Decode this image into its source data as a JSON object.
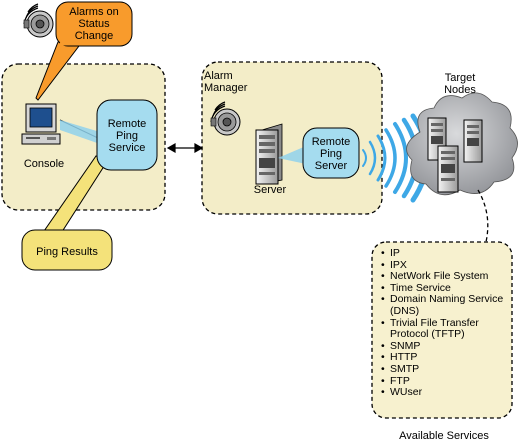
{
  "alarms_bubble": "Alarms on Status Change",
  "console": {
    "label": "Console"
  },
  "remote_ping_service": "Remote Ping Service",
  "ping_results": "Ping Results",
  "alarm_manager": "Alarm Manager",
  "server": {
    "label": "Server"
  },
  "remote_ping_server": "Remote Ping Server",
  "target_nodes": "Target Nodes",
  "services": {
    "items": [
      "IP",
      "IPX",
      "NetWork File System",
      "Time Service",
      "Domain Naming Service (DNS)",
      "Trivial File Transfer Protocol (TFTP)",
      "SNMP",
      "HTTP",
      "SMTP",
      "FTP",
      "WUser"
    ],
    "caption": "Available Services"
  },
  "colors": {
    "panel_fill": "#f3edc8",
    "bubble_blue": "#a5dcef",
    "bubble_orange": "#f89b2c",
    "bubble_yellow": "#f4e27a",
    "services_fill": "#f7f1cf",
    "cloud_fill": "#b7b9bd",
    "wave_blue": "#3ea8e6"
  }
}
